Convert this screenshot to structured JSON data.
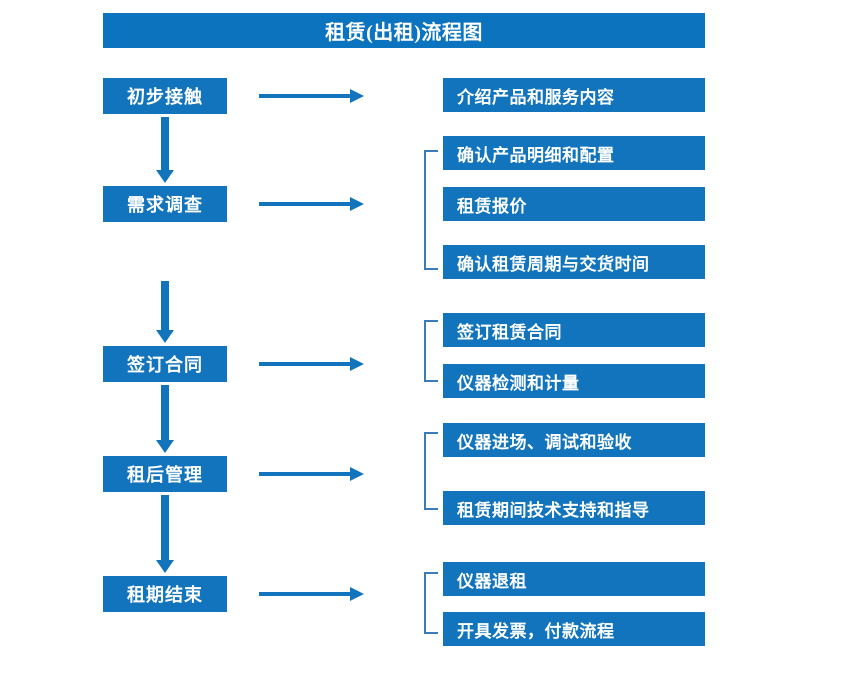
{
  "diagram": {
    "title": "租赁(出租)流程图",
    "colors": {
      "title_bar": "#0C74BF",
      "box_fill": "#1274BC",
      "box_text": "#FFFFFF",
      "arrow": "#1274BC",
      "bracket": "#3A7CB8",
      "background": "#FFFFFF"
    },
    "stages": [
      {
        "id": "stage-1",
        "label": "初步接触"
      },
      {
        "id": "stage-2",
        "label": "需求调查"
      },
      {
        "id": "stage-3",
        "label": "签订合同"
      },
      {
        "id": "stage-4",
        "label": "租后管理"
      },
      {
        "id": "stage-5",
        "label": "租期结束"
      }
    ],
    "details": [
      {
        "id": "detail-1-1",
        "stage": "初步接触",
        "label": "介绍产品和服务内容"
      },
      {
        "id": "detail-2-1",
        "stage": "需求调查",
        "label": "确认产品明细和配置"
      },
      {
        "id": "detail-2-2",
        "stage": "需求调查",
        "label": "租赁报价"
      },
      {
        "id": "detail-2-3",
        "stage": "需求调查",
        "label": "确认租赁周期与交货时间"
      },
      {
        "id": "detail-3-1",
        "stage": "签订合同",
        "label": "签订租赁合同"
      },
      {
        "id": "detail-3-2",
        "stage": "签订合同",
        "label": "仪器检测和计量"
      },
      {
        "id": "detail-4-1",
        "stage": "租后管理",
        "label": "仪器进场、调试和验收"
      },
      {
        "id": "detail-4-2",
        "stage": "租后管理",
        "label": "租赁期间技术支持和指导"
      },
      {
        "id": "detail-5-1",
        "stage": "租期结束",
        "label": "仪器退租"
      },
      {
        "id": "detail-5-2",
        "stage": "租期结束",
        "label": "开具发票，付款流程"
      }
    ],
    "connectors": {
      "down_arrow_count": 4,
      "right_arrow_count": 5,
      "bracket_count": 4
    }
  }
}
